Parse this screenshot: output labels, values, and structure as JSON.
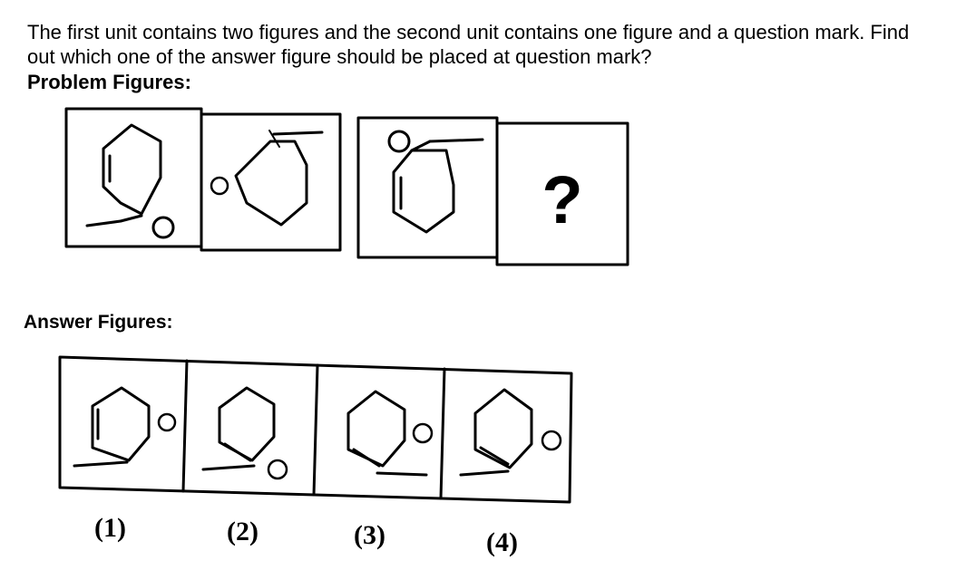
{
  "question": {
    "text": "The first unit contains two figures and the second unit contains one figure and a question mark. Find out which one of the answer figure should be placed at question mark?"
  },
  "problem": {
    "heading": "Problem Figures:",
    "unknown_symbol": "?"
  },
  "answers": {
    "heading": "Answer Figures:",
    "options": [
      {
        "label": "(1)"
      },
      {
        "label": "(2)"
      },
      {
        "label": "(3)"
      },
      {
        "label": "(4)"
      }
    ]
  }
}
